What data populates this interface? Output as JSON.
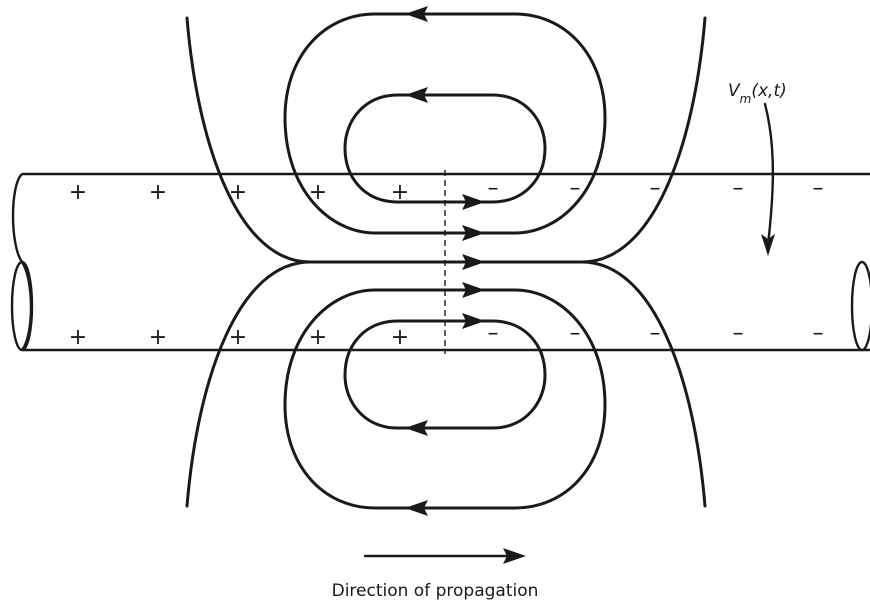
{
  "diagram": {
    "vm_label": {
      "base": "V",
      "subscript": "m",
      "args": "(x,t)"
    },
    "propagation_label": "Direction of propagation",
    "charges": {
      "polarized_symbol": "+",
      "depolarized_symbol": "–",
      "polarized_count_per_row": 5,
      "depolarized_count_per_row": 5
    }
  }
}
